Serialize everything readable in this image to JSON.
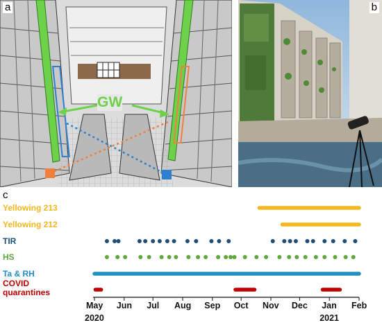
{
  "panels": {
    "a": {
      "label": "a",
      "annotation": "GW"
    },
    "b": {
      "label": "b"
    },
    "c": {
      "label": "c"
    }
  },
  "colors": {
    "yellowing": "#f4b71c",
    "tir": "#1f4e79",
    "hs": "#5fa83c",
    "ta_rh": "#1f8fc4",
    "covid": "#c00000",
    "green_wall": "#6dd14a",
    "sensor_orange": "#f07f3c",
    "sensor_blue": "#2f7fd0"
  },
  "chart_data": {
    "type": "timeline",
    "x_axis": {
      "start": "2020-05-01",
      "end": "2021-02-01",
      "tick_labels": [
        "May",
        "Jun",
        "Jul",
        "Aug",
        "Sep",
        "Oct",
        "Nov",
        "Dec",
        "Jan",
        "Feb"
      ],
      "tick_dates": [
        "2020-05-01",
        "2020-06-01",
        "2020-07-01",
        "2020-08-01",
        "2020-09-01",
        "2020-10-01",
        "2020-11-01",
        "2020-12-01",
        "2021-01-01",
        "2021-02-01"
      ],
      "year_labels": [
        {
          "text": "2020",
          "date": "2020-05-01"
        },
        {
          "text": "2021",
          "date": "2021-01-01"
        }
      ]
    },
    "rows": [
      {
        "name": "Yellowing 213",
        "color": "#f4b71c",
        "kind": "bar",
        "ranges": [
          [
            "2020-10-20",
            "2021-02-01"
          ]
        ]
      },
      {
        "name": "Yellowing 212",
        "color": "#f4b71c",
        "kind": "bar",
        "ranges": [
          [
            "2020-11-13",
            "2021-02-01"
          ]
        ]
      },
      {
        "name": "TIR",
        "color": "#1f4e79",
        "kind": "dots",
        "dates": [
          "2020-05-14",
          "2020-05-22",
          "2020-05-26",
          "2020-06-17",
          "2020-06-23",
          "2020-07-01",
          "2020-07-08",
          "2020-07-16",
          "2020-07-23",
          "2020-08-06",
          "2020-08-15",
          "2020-08-31",
          "2020-09-08",
          "2020-09-18",
          "2020-11-03",
          "2020-11-15",
          "2020-11-21",
          "2020-11-27",
          "2020-12-09",
          "2020-12-15",
          "2020-12-27",
          "2021-01-05",
          "2021-01-17",
          "2021-01-28"
        ]
      },
      {
        "name": "HS",
        "color": "#5fa83c",
        "kind": "dots",
        "dates": [
          "2020-05-14",
          "2020-05-25",
          "2020-06-02",
          "2020-06-18",
          "2020-06-27",
          "2020-07-10",
          "2020-07-18",
          "2020-07-25",
          "2020-08-07",
          "2020-08-17",
          "2020-08-25",
          "2020-09-07",
          "2020-09-15",
          "2020-09-20",
          "2020-09-24",
          "2020-10-05",
          "2020-10-17",
          "2020-10-27",
          "2020-11-10",
          "2020-11-20",
          "2020-11-28",
          "2020-12-07",
          "2020-12-18",
          "2020-12-27",
          "2021-01-07",
          "2021-01-18",
          "2021-01-26"
        ]
      },
      {
        "name": "Ta & RH",
        "color": "#1f8fc4",
        "kind": "bar",
        "ranges": [
          [
            "2020-05-01",
            "2021-02-01"
          ]
        ]
      },
      {
        "name": "COVID quarantines",
        "color": "#c00000",
        "kind": "bar",
        "ranges": [
          [
            "2020-05-02",
            "2020-05-08"
          ],
          [
            "2020-09-25",
            "2020-10-15"
          ],
          [
            "2020-12-25",
            "2021-01-12"
          ]
        ]
      }
    ]
  }
}
